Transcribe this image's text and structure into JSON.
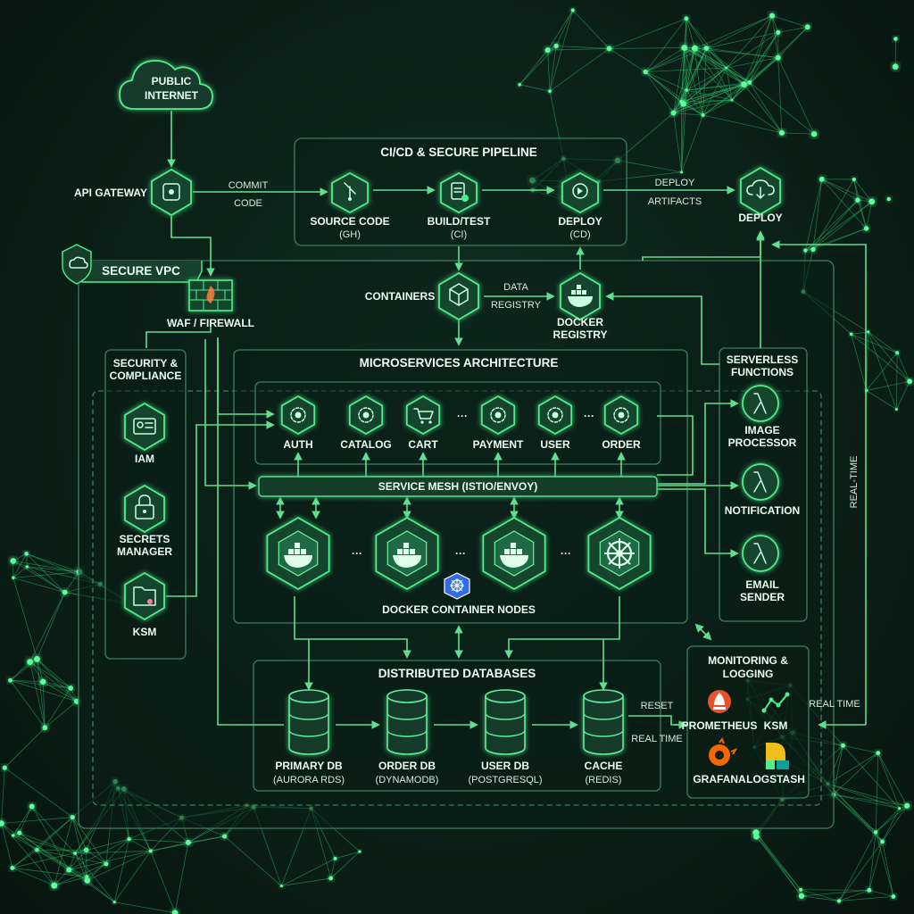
{
  "nodes": {
    "public_internet": [
      "PUBLIC",
      "INTERNET"
    ],
    "api_gateway": "API GATEWAY",
    "commit_code": [
      "COMMIT",
      "CODE"
    ],
    "cicd_title": "CI/CD & SECURE PIPELINE",
    "source_code": [
      "SOURCE CODE",
      "(GH)"
    ],
    "build_test": [
      "BUILD/TEST",
      "(CI)"
    ],
    "deploy_cd": [
      "DEPLOY",
      "(CD)"
    ],
    "deploy_artifacts": [
      "DEPLOY",
      "ARTIFACTS"
    ],
    "deploy": "DEPLOY",
    "secure_vpc": "SECURE VPC",
    "waf_firewall": "WAF / FIREWALL",
    "containers": "CONTAINERS",
    "data_registry": [
      "DATA",
      "REGISTRY"
    ],
    "docker_registry": [
      "DOCKER",
      "REGISTRY"
    ],
    "security_title": [
      "SECURITY &",
      "COMPLIANCE"
    ],
    "iam": "IAM",
    "secrets_manager": [
      "SECRETS",
      "MANAGER"
    ],
    "ksm_security": "KSM",
    "microservices_title": "MICROSERVICES ARCHITECTURE",
    "services": [
      "AUTH",
      "CATALOG",
      "CART",
      "PAYMENT",
      "USER",
      "ORDER"
    ],
    "ellipsis": "···",
    "service_mesh": "SERVICE MESH (ISTIO/ENVOY)",
    "container_nodes": "DOCKER CONTAINER NODES",
    "serverless_title": [
      "SERVERLESS",
      "FUNCTIONS"
    ],
    "image_processor": [
      "IMAGE",
      "PROCESSOR"
    ],
    "notification": "NOTIFICATION",
    "email_sender": [
      "EMAIL",
      "SENDER"
    ],
    "real_time_vertical": "REAL-TIME",
    "databases_title": "DISTRIBUTED DATABASES",
    "primary_db": [
      "PRIMARY DB",
      "(AURORA RDS)"
    ],
    "order_db": [
      "ORDER DB",
      "(DYNAMODB)"
    ],
    "user_db": [
      "USER DB",
      "(POSTGRESQL)"
    ],
    "cache": [
      "CACHE",
      "(REDIS)"
    ],
    "reset": "RESET",
    "real_time_db": "REAL TIME",
    "monitoring_title": [
      "MONITORING &",
      "LOGGING"
    ],
    "prometheus": "PROMETHEUS",
    "ksm_monitoring": "KSM",
    "grafana": "GRAFANA",
    "logstash": "LOGSTASH",
    "real_time_monitoring": "REAL TIME"
  },
  "colors": {
    "background": "#0b1f17",
    "accent": "#4ef08a",
    "frame": "#3f7d5c",
    "text": "#eafff2"
  },
  "icons": {
    "cloud": "cloud-icon",
    "api_gateway": "gateway-chip-icon",
    "firewall": "firewall-brick-icon",
    "git": "git-icon",
    "build": "clipboard-check-icon",
    "deploy": "cloud-play-icon",
    "container": "cube-icon",
    "docker": "docker-whale-icon",
    "lambda": "lambda-icon",
    "database": "database-cylinder-icon",
    "kubernetes": "kubernetes-wheel-icon"
  }
}
